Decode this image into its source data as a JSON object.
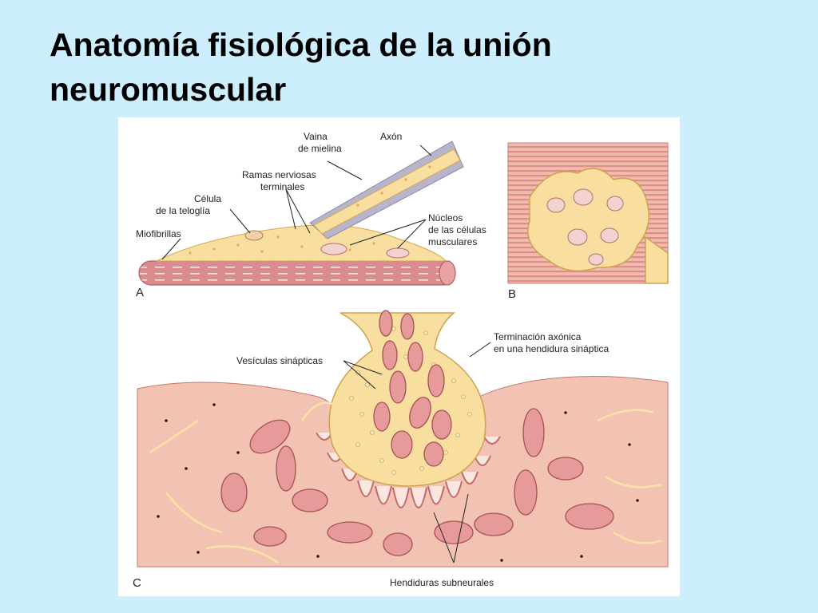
{
  "title": {
    "line1": "Anatomía fisiológica de la unión",
    "line2": "neuromuscular"
  },
  "diagram": {
    "panel_a": {
      "letter": "A",
      "labels": {
        "vaina_1": "Vaina",
        "vaina_2": "de mielina",
        "axon": "Axón",
        "ramas_1": "Ramas nerviosas",
        "ramas_2": "terminales",
        "celula_1": "Célula",
        "celula_2": "de la teloglía",
        "miofibrillas": "Miofibrillas",
        "nucleos_1": "Núcleos",
        "nucleos_2": "de las células",
        "nucleos_3": "musculares"
      }
    },
    "panel_b": {
      "letter": "B"
    },
    "panel_c": {
      "letter": "C",
      "labels": {
        "vesiculas": "Vesículas sinápticas",
        "terminacion_1": "Terminación axónica",
        "terminacion_2": "en una hendidura sináptica",
        "hendiduras": "Hendiduras subneurales"
      }
    },
    "colors": {
      "slide_bg": "#cdeefd",
      "muscle": "#f2c3b3",
      "muscle_stripe": "#d9787a",
      "axon_terminal": "#f8dfa0",
      "myelin": "#b8b4cc",
      "mitochondria": "#e79a9a"
    }
  }
}
